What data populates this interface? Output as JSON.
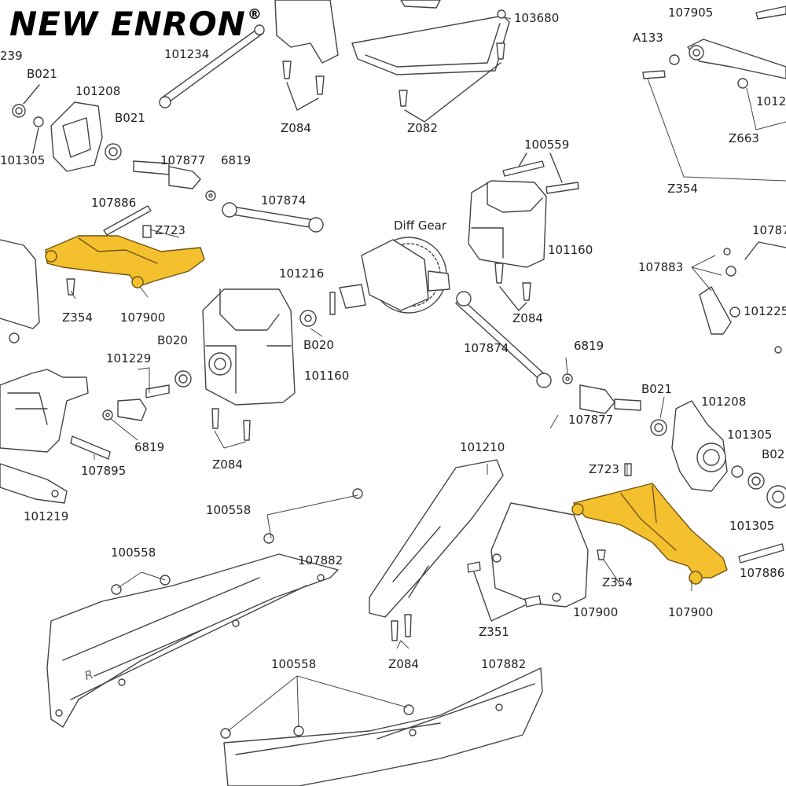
{
  "brand": {
    "name": "NEW ENRON",
    "registered": "®"
  },
  "colors": {
    "highlight": "#f5c02e",
    "line": "#444444",
    "part_fill": "#ffffff",
    "text": "#222222"
  },
  "labels": {
    "partial_239": "239",
    "b021_a": "B021",
    "p101208_a": "101208",
    "p101305_a": "101305",
    "p101234": "101234",
    "z084_a": "Z084",
    "p103680": "103680",
    "z082": "Z082",
    "p107905": "107905",
    "a133": "A133",
    "partial_1012": "1012",
    "z663": "Z663",
    "z354_a": "Z354",
    "p107877_a": "107877",
    "p6819_a": "6819",
    "p107874_a": "107874",
    "p100559": "100559",
    "p107886_a": "107886",
    "z723_a": "Z723",
    "diff_gear": "Diff Gear",
    "p101160_a": "101160",
    "partial_10787": "10787",
    "p107883": "107883",
    "p101216": "101216",
    "z354_b": "Z354",
    "p107900_a": "107900",
    "z084_b": "Z084",
    "partial_101225": "101225",
    "b020": "B020",
    "p101229": "101229",
    "p101160_b": "101160",
    "p107874_b": "107874",
    "p6819_b": "6819",
    "b021_b": "B021",
    "p101208_b": "101208",
    "p107877_b": "107877",
    "p6819_c": "6819",
    "p107895": "107895",
    "z084_c": "Z084",
    "p101305_b": "101305",
    "partial_b02": "B02",
    "p101210": "101210",
    "z723_b": "Z723",
    "p101219": "101219",
    "p100558_a": "100558",
    "p101305_c": "101305",
    "p100558_b": "100558",
    "p107882_a": "107882",
    "z354_c": "Z354",
    "p107900_b": "107900",
    "p107900_c": "107900",
    "p107886_b": "107886",
    "z351": "Z351",
    "z084_d": "Z084",
    "p100558_c": "100558",
    "p107882_b": "107882",
    "r_mark": "R"
  }
}
